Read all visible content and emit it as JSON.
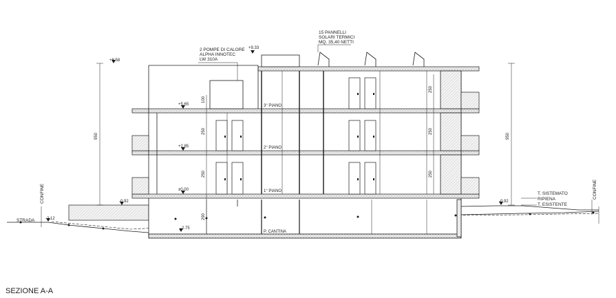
{
  "title": "SEZIONE A-A",
  "annotations": {
    "pannelli": [
      "15 PANNELLI",
      "SOLARI TERMICI",
      "MQ. 35,40 NETTI"
    ],
    "pompe": [
      "2 POMPE DI CALORE",
      "ALPHA INNOTEC",
      "LW 310A"
    ],
    "terrain": [
      "T. SISTEMATO",
      "RIPIENA",
      "T. ESISTENTE"
    ],
    "confine": "CONFINE",
    "strada": "STRADA"
  },
  "floors": {
    "p3": "3° PIANO",
    "p2": "2° PIANO",
    "p1": "1° PIANO",
    "cantina": "P. CANTINA"
  },
  "levels": {
    "top_left": "+8.58",
    "roof": "+9.33",
    "l3": "+5.65",
    "l2": "+2.85",
    "l1": "±0.00",
    "ground_left": "-0.92",
    "ground_right": "-0.92",
    "strada": "-2.12",
    "cantina": "-2.75"
  },
  "dims": {
    "total_height": "950",
    "h_250": "250",
    "h_100": "100",
    "h_290": "290"
  },
  "colors": {
    "line": "#1a1a1a",
    "slab_fill": "#e2e2e2",
    "wall_fill": "#c8c8c8"
  }
}
